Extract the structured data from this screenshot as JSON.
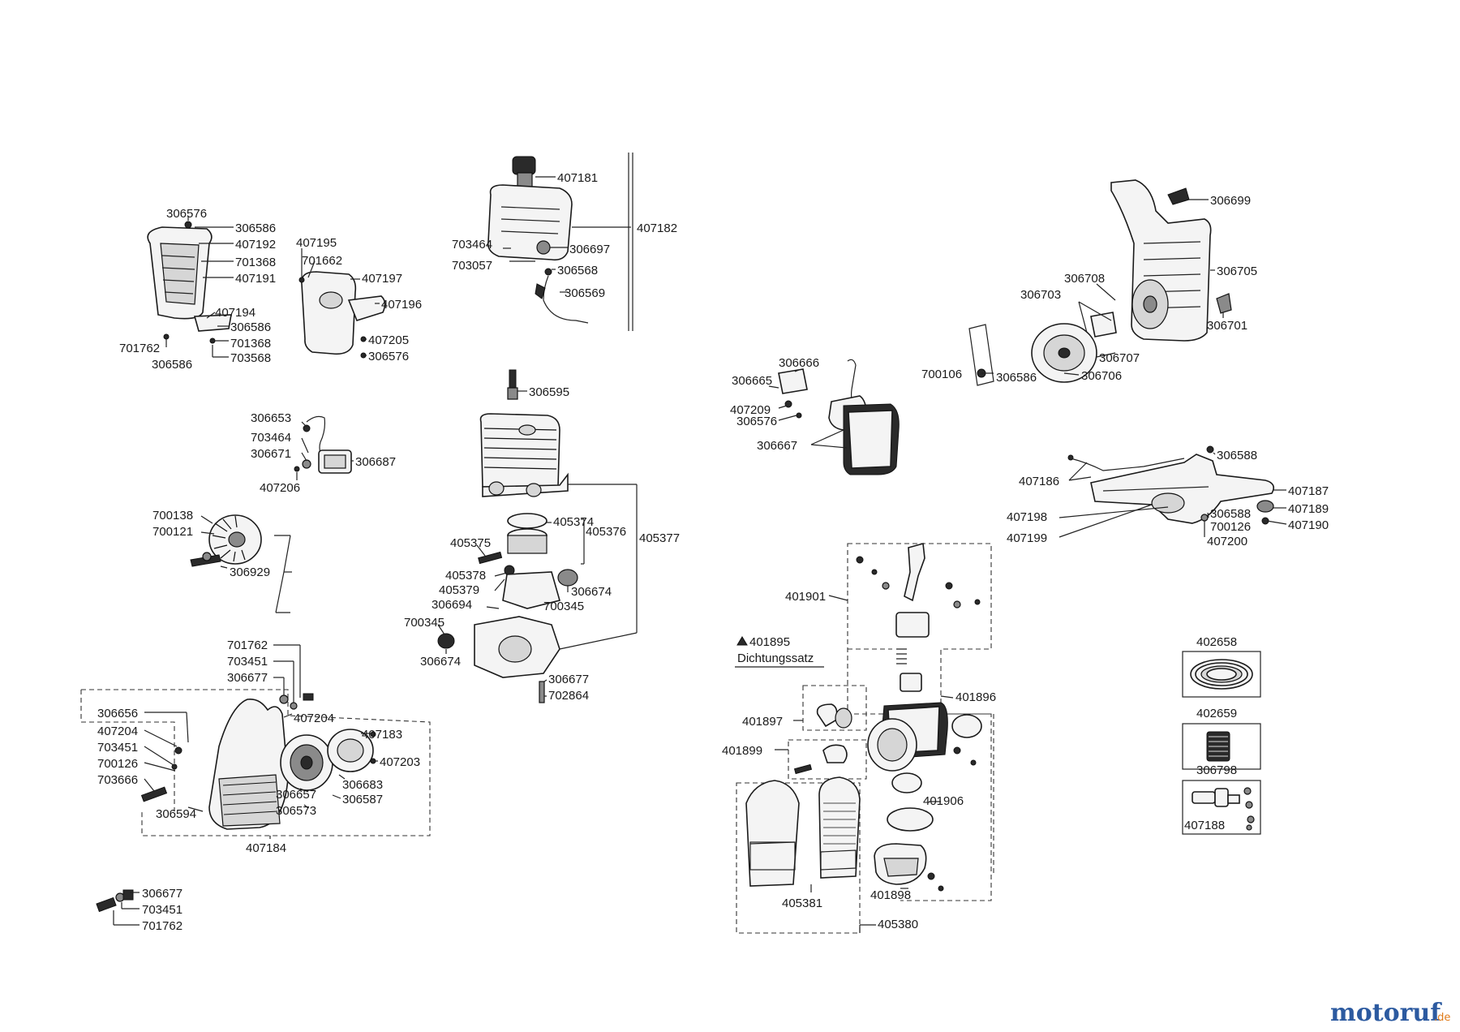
{
  "labels": {
    "306576a": "306576",
    "306586a": "306586",
    "407192": "407192",
    "701368a": "701368",
    "407191": "407191",
    "407194": "407194",
    "306586b": "306586",
    "701368b": "701368",
    "701762a": "701762",
    "306586c": "306586",
    "703568": "703568",
    "407195": "407195",
    "701662": "701662",
    "407197": "407197",
    "407196": "407196",
    "407205": "407205",
    "306576b": "306576",
    "407181": "407181",
    "407182": "407182",
    "703464a": "703464",
    "306697": "306697",
    "703057": "703057",
    "306568": "306568",
    "306569": "306569",
    "306699": "306699",
    "306705": "306705",
    "306708": "306708",
    "306703": "306703",
    "306701": "306701",
    "306707": "306707",
    "700106": "700106",
    "306586d": "306586",
    "306706": "306706",
    "306666": "306666",
    "306665": "306665",
    "407209": "407209",
    "306576c": "306576",
    "306667": "306667",
    "306653": "306653",
    "703464b": "703464",
    "306671": "306671",
    "306687": "306687",
    "407206": "407206",
    "306595": "306595",
    "306588a": "306588",
    "407186": "407186",
    "407187": "407187",
    "407198": "407198",
    "306588b": "306588",
    "407189": "407189",
    "700126a": "700126",
    "407190": "407190",
    "407199": "407199",
    "407200": "407200",
    "700138": "700138",
    "700121": "700121",
    "306929": "306929",
    "405374": "405374",
    "405375": "405375",
    "405376": "405376",
    "405377": "405377",
    "405378": "405378",
    "405379": "405379",
    "306674a": "306674",
    "306694": "306694",
    "700345a": "700345",
    "700345b": "700345",
    "306674b": "306674",
    "401901": "401901",
    "401895": "401895",
    "dichtungssatz": "Dichtungssatz",
    "701762b": "701762",
    "703451a": "703451",
    "306677a": "306677",
    "306656": "306656",
    "407204a": "407204",
    "407204b": "407204",
    "703451b": "703451",
    "700126b": "700126",
    "703666": "703666",
    "306594": "306594",
    "407183": "407183",
    "407203": "407203",
    "306683": "306683",
    "306657": "306657",
    "306587": "306587",
    "306573": "306573",
    "407184": "407184",
    "306677b": "306677",
    "702864": "702864",
    "401896": "401896",
    "401897": "401897",
    "401899": "401899",
    "401906": "401906",
    "401898": "401898",
    "405381": "405381",
    "405380": "405380",
    "402658": "402658",
    "402659": "402659",
    "306798": "306798",
    "407188": "407188",
    "306677c": "306677",
    "703451c": "703451",
    "701762c": "701762"
  },
  "watermark": {
    "brand": "motoruf",
    "suffix": ".de"
  },
  "colors": {
    "line": "#222222",
    "brand_blue": "#2c5aa0",
    "brand_orange": "#e07b1a"
  }
}
